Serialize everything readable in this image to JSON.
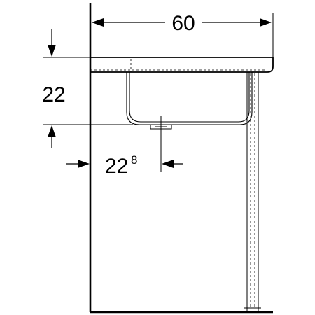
{
  "drawing": {
    "dimensions": {
      "width_label": "60",
      "height_label": "22",
      "offset_label": "22",
      "offset_label_superscript": "8"
    },
    "colors": {
      "line": "#000000",
      "background": "#ffffff"
    }
  }
}
